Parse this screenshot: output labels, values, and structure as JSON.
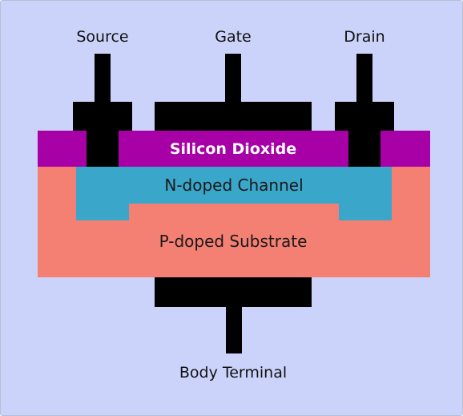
{
  "labels": {
    "source": "Source",
    "gate": "Gate",
    "drain": "Drain",
    "oxide": "Silicon Dioxide",
    "channel": "N-doped Channel",
    "substrate": "P-doped Substrate",
    "body": "Body Terminal"
  },
  "colors": {
    "background": "#ccd3fa",
    "metal": "#000000",
    "oxide": "#a600a6",
    "oxide_text": "#ffffff",
    "channel": "#3aa6c9",
    "substrate": "#f47f73"
  }
}
